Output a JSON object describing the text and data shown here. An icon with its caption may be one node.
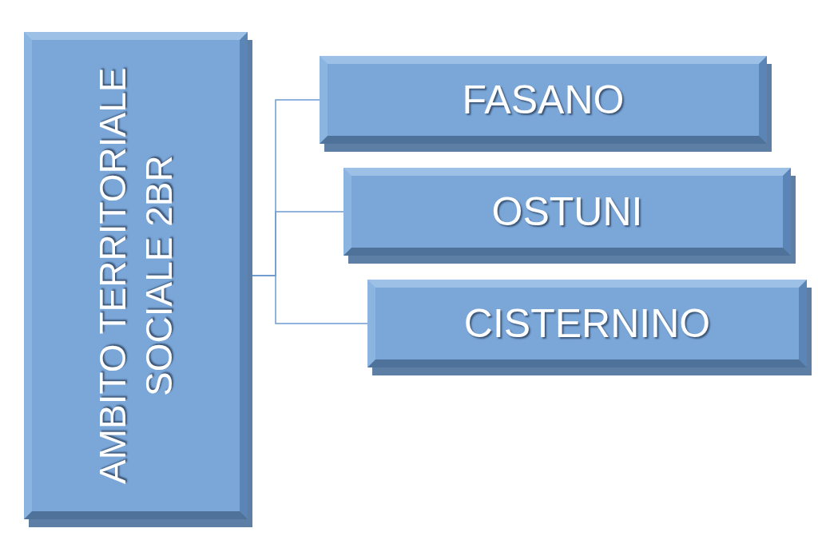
{
  "diagram": {
    "nodes": [
      {
        "text": [
          "AMBITO TERRITORIALE SOCIALE 2BR"
        ]
      },
      {
        "text": [
          "FASANO"
        ]
      },
      {
        "text": [
          "OSTUNI"
        ]
      },
      {
        "text": [
          "CISTERNINO"
        ]
      }
    ],
    "edges": [
      {
        "from": 0,
        "to": 1,
        "arrow": "none"
      },
      {
        "from": 0,
        "to": 2,
        "arrow": "none"
      },
      {
        "from": 0,
        "to": 3,
        "arrow": "none"
      }
    ]
  }
}
